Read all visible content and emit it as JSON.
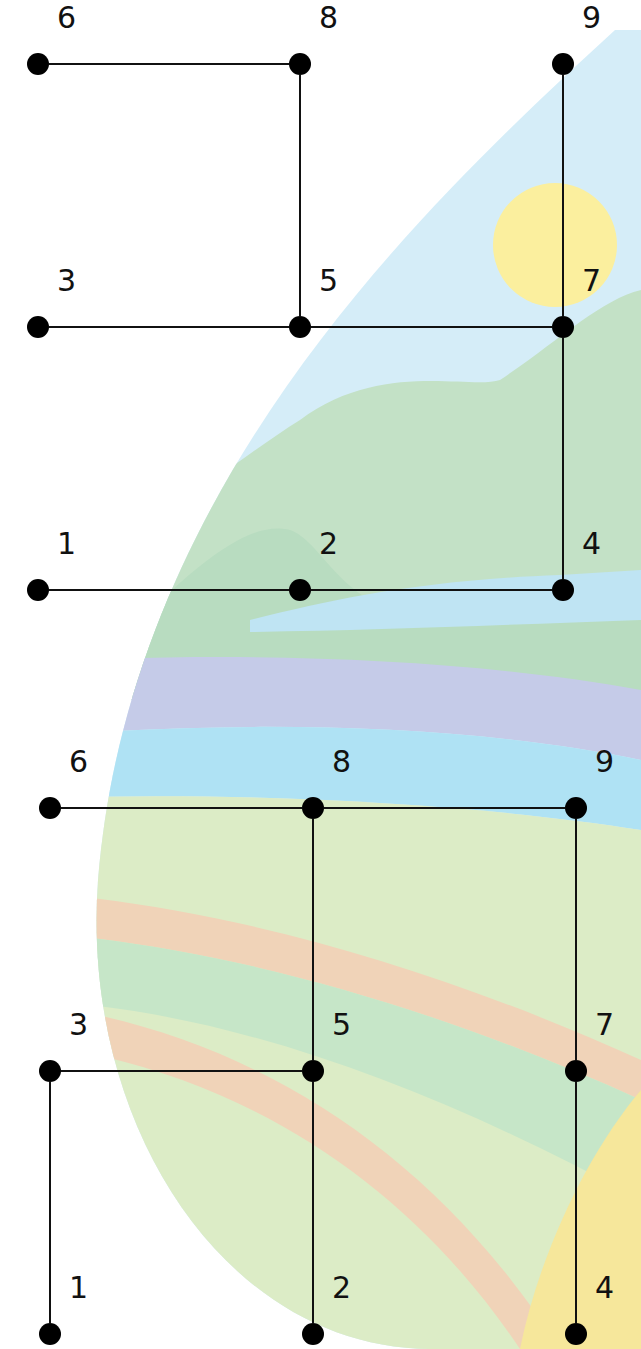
{
  "diagram": {
    "nodes": [
      {
        "text": [
          "6"
        ]
      },
      {
        "text": [
          "8"
        ]
      },
      {
        "text": [
          "9"
        ]
      },
      {
        "text": [
          "3"
        ]
      },
      {
        "text": [
          "5"
        ]
      },
      {
        "text": [
          "7"
        ]
      },
      {
        "text": [
          "1"
        ]
      },
      {
        "text": [
          "2"
        ]
      },
      {
        "text": [
          "4"
        ]
      },
      {
        "text": [
          "6"
        ]
      },
      {
        "text": [
          "8"
        ]
      },
      {
        "text": [
          "9"
        ]
      },
      {
        "text": [
          "3"
        ]
      },
      {
        "text": [
          "5"
        ]
      },
      {
        "text": [
          "7"
        ]
      },
      {
        "text": [
          "1"
        ]
      },
      {
        "text": [
          "2"
        ]
      },
      {
        "text": [
          "4"
        ]
      }
    ],
    "edges": [
      {
        "from": 0,
        "to": 1,
        "arrow": "none"
      },
      {
        "from": 1,
        "to": 4,
        "arrow": "none"
      },
      {
        "from": 3,
        "to": 4,
        "arrow": "none"
      },
      {
        "from": 4,
        "to": 5,
        "arrow": "none"
      },
      {
        "from": 2,
        "to": 5,
        "arrow": "none"
      },
      {
        "from": 5,
        "to": 8,
        "arrow": "none"
      },
      {
        "from": 6,
        "to": 7,
        "arrow": "none"
      },
      {
        "from": 7,
        "to": 8,
        "arrow": "none"
      },
      {
        "from": 9,
        "to": 10,
        "arrow": "none"
      },
      {
        "from": 10,
        "to": 11,
        "arrow": "none"
      },
      {
        "from": 10,
        "to": 13,
        "arrow": "none"
      },
      {
        "from": 12,
        "to": 13,
        "arrow": "none"
      },
      {
        "from": 12,
        "to": 15,
        "arrow": "none"
      },
      {
        "from": 13,
        "to": 16,
        "arrow": "none"
      },
      {
        "from": 11,
        "to": 14,
        "arrow": "none"
      },
      {
        "from": 14,
        "to": 17,
        "arrow": "none"
      }
    ]
  }
}
